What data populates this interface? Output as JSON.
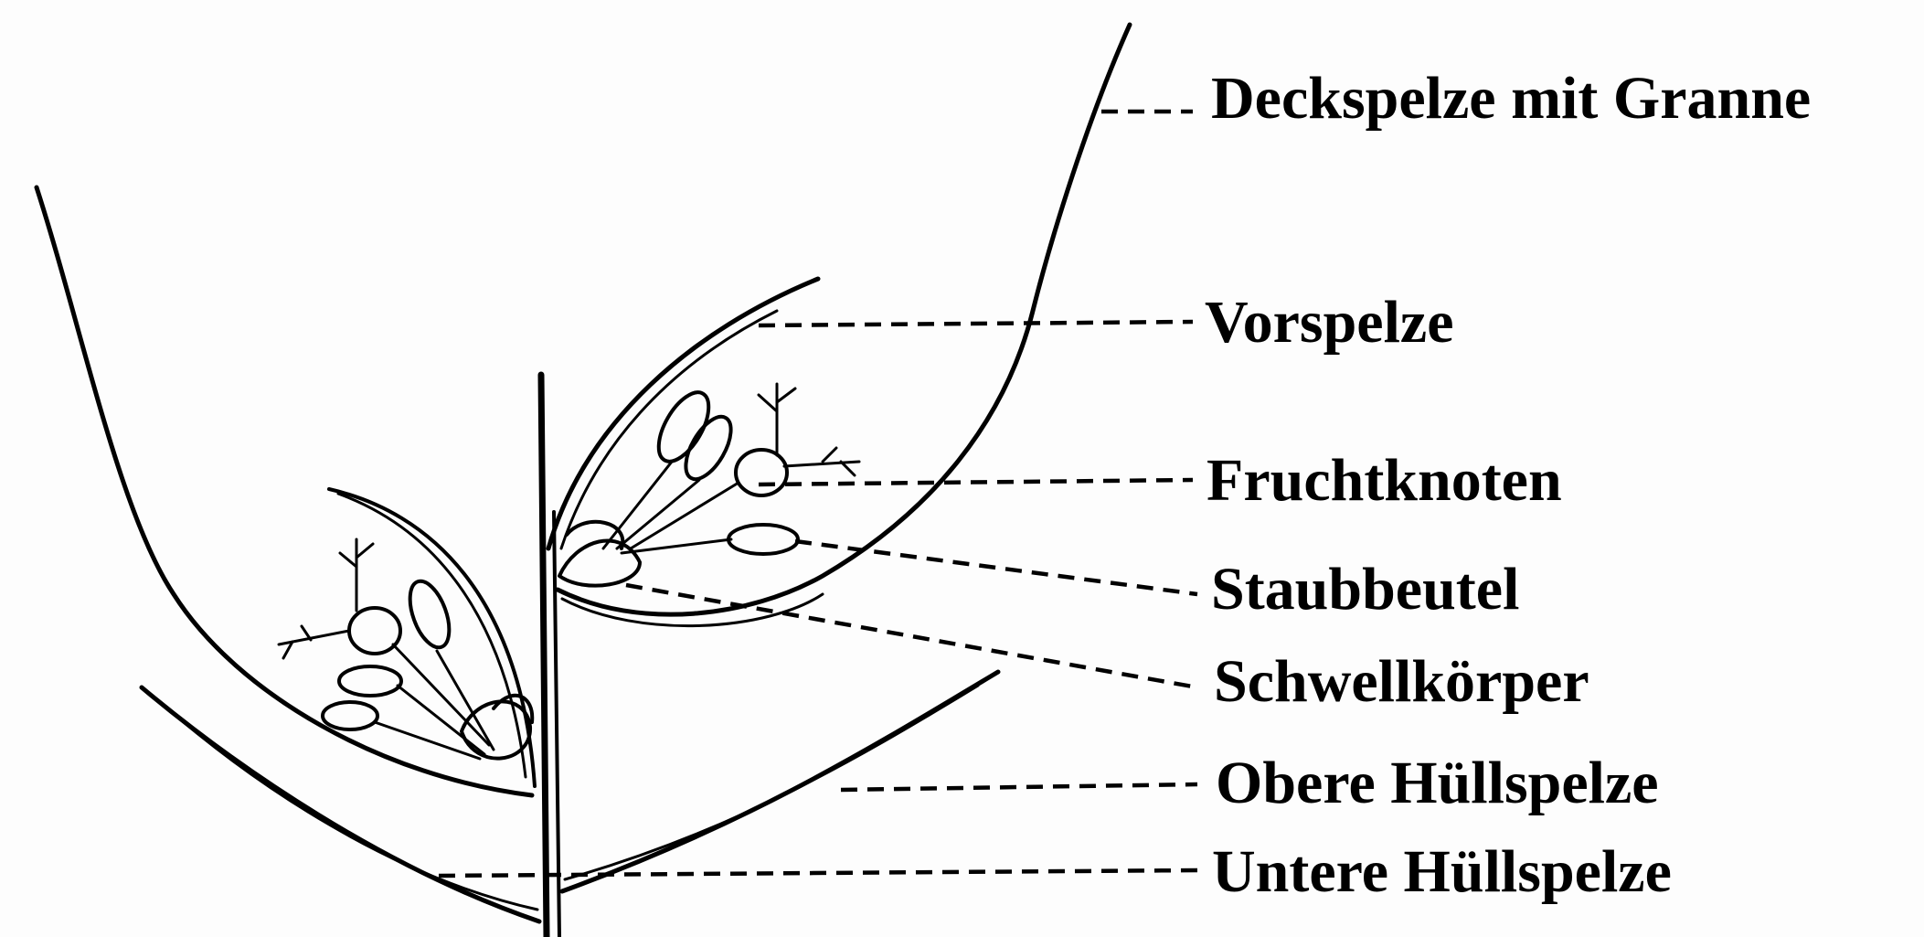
{
  "labels": [
    "Deckspelze mit Granne",
    "Vorspelze",
    "Fruchtknoten",
    "Staubbeutel",
    "Schwellkörper",
    "Obere Hüllspelze",
    "Untere Hüllspelze"
  ]
}
